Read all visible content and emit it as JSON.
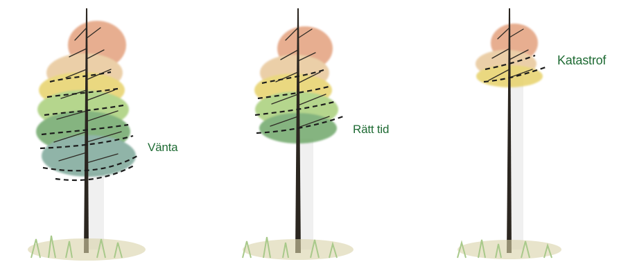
{
  "labels": {
    "wait": "Vänta",
    "right_time": "Rätt tid",
    "disaster": "Katastrof"
  },
  "colors": {
    "label": "#1f6b34",
    "trunk": "#2b2620",
    "branch": "#2e2a24",
    "cut_line": "#1c1c1c",
    "foliage_top": "#e3a07d",
    "foliage_upper": "#e8c79a",
    "foliage_yellow": "#e7d26a",
    "foliage_green_light": "#a9cf7a",
    "foliage_green": "#6fa86a",
    "foliage_blue_green": "#7da89a",
    "grass": "#a8c98a",
    "ground": "#d9d2a8",
    "shadow": "#eeeeee"
  }
}
